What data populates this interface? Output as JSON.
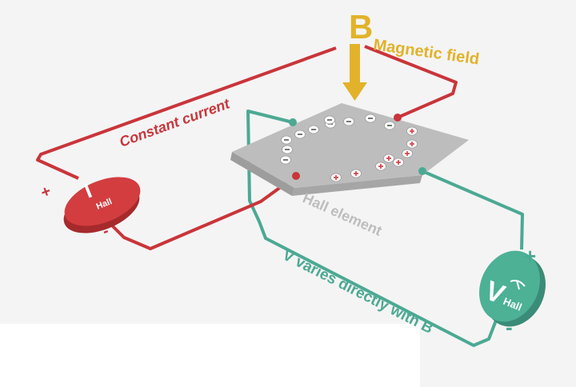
{
  "diagram": {
    "field_symbol": "B",
    "field_label": "Magnetic field",
    "current_label": "Constant current",
    "element_label": "Hall element",
    "voltage_label": "V varies directly with B",
    "ammeter": {
      "symbol": "I",
      "subscript": "Hall"
    },
    "voltmeter": {
      "symbol": "V",
      "subscript": "Hall"
    },
    "plus_sign": "+",
    "minus_sign": "-",
    "charges": {
      "negative": 10,
      "positive": 8
    }
  },
  "colors": {
    "background": "#f4f4f4",
    "current_wire": "#c9353a",
    "voltage_wire": "#4ca993",
    "field_arrow": "#e2b22a",
    "plate": "#bdbdbd",
    "meter_red": "#d33d3f",
    "meter_green": "#4cb195",
    "text_gray": "#bdbdbd"
  }
}
